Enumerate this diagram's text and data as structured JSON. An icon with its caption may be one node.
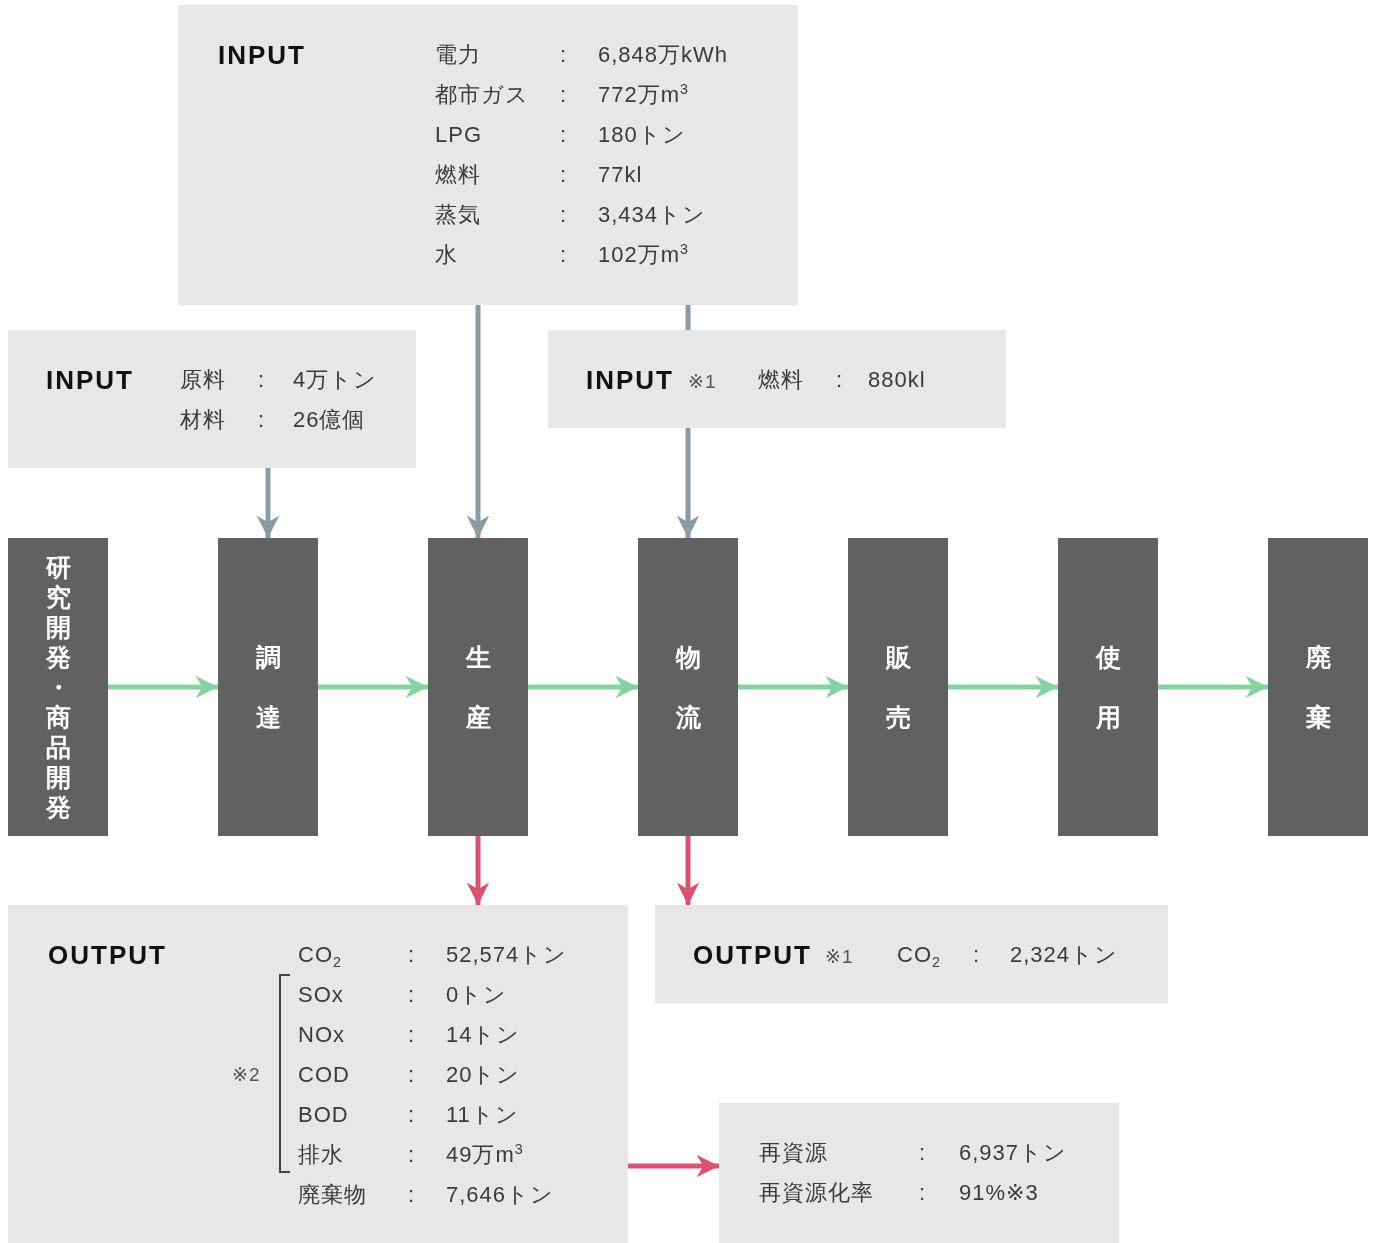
{
  "diagram": {
    "nodes": [
      {
        "text": [
          "INPUT",
          "電力",
          ":",
          "6,848万kWh",
          "都市ガス",
          ":",
          "772万m$^{3}$",
          "LPG",
          ":",
          "180トン",
          "燃料",
          ":",
          "77kl",
          "蒸気",
          ":",
          "3,434トン",
          "水",
          ":",
          "102万m$^{3}$"
        ]
      },
      {
        "text": [
          "INPUT",
          "原料",
          ":",
          "4万トン",
          "材料",
          ":",
          "26億個"
        ]
      },
      {
        "text": [
          "INPUT",
          "※1",
          "燃料",
          ":",
          "880kl"
        ]
      },
      {
        "text": [
          "研究開発・商品開発"
        ]
      },
      {
        "text": [
          "調達"
        ]
      },
      {
        "text": [
          "生産"
        ]
      },
      {
        "text": [
          "物流"
        ]
      },
      {
        "text": [
          "販売"
        ]
      },
      {
        "text": [
          "使用"
        ]
      },
      {
        "text": [
          "廃棄"
        ]
      },
      {
        "text": [
          "OUTPUT",
          "CO$_{2}$",
          ":",
          "52,574トン",
          "SOx",
          ":",
          "0トン",
          "NOx",
          ":",
          "14トン",
          "COD",
          ":",
          "20トン",
          "BOD",
          ":",
          "11トン",
          "排水",
          ":",
          "49万m$^{3}$",
          "廃棄物",
          ":",
          "7,646トン",
          "※2"
        ]
      },
      {
        "text": [
          "OUTPUT",
          "※1",
          "CO$_{2}$",
          ":",
          "2,324トン"
        ]
      },
      {
        "text": [
          "再資源",
          ":",
          "6,937トン",
          "再資源化率",
          ":",
          "91%※3"
        ]
      }
    ],
    "edges": [
      {
        "from": 3,
        "to": 4,
        "arrow": "to"
      },
      {
        "from": 4,
        "to": 5,
        "arrow": "to"
      },
      {
        "from": 5,
        "to": 6,
        "arrow": "to"
      },
      {
        "from": 6,
        "to": 7,
        "arrow": "to"
      },
      {
        "from": 7,
        "to": 8,
        "arrow": "to"
      },
      {
        "from": 8,
        "to": 9,
        "arrow": "to"
      },
      {
        "from": 1,
        "to": 4,
        "arrow": "to",
        "color": "#8a9ba6"
      },
      {
        "from": 0,
        "to": 5,
        "arrow": "to",
        "color": "#8a9ba6"
      },
      {
        "from": 0,
        "to": 2,
        "arrow": "none",
        "color": "#8a9ba6"
      },
      {
        "from": 2,
        "to": 6,
        "arrow": "to",
        "color": "#8a9ba6"
      },
      {
        "from": 5,
        "to": 10,
        "arrow": "to",
        "color": "#d8536f"
      },
      {
        "from": 6,
        "to": 11,
        "arrow": "to",
        "color": "#d8536f"
      },
      {
        "from": 10,
        "to": 12,
        "arrow": "to",
        "color": "#d8536f"
      }
    ]
  }
}
